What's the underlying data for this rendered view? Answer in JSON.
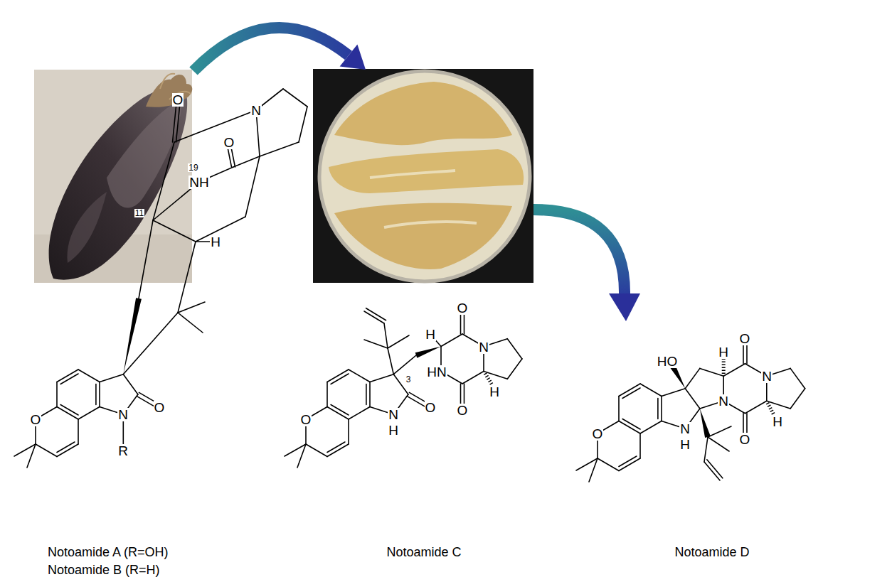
{
  "diagram": {
    "labels": [
      "O",
      "N",
      "O",
      "19",
      "11",
      "NH",
      "H",
      "O",
      "O",
      "N",
      "R",
      "H",
      "O",
      "N",
      "3",
      "HN",
      "H",
      "O",
      "O",
      "N",
      "H",
      "O",
      "HO",
      "O",
      "H",
      "N",
      "N",
      "H",
      "O",
      "N",
      "H",
      "O",
      "Notoamide A (R=OH)",
      "Notoamide B (R=H)",
      "Notoamide C",
      "Notoamide D"
    ]
  }
}
